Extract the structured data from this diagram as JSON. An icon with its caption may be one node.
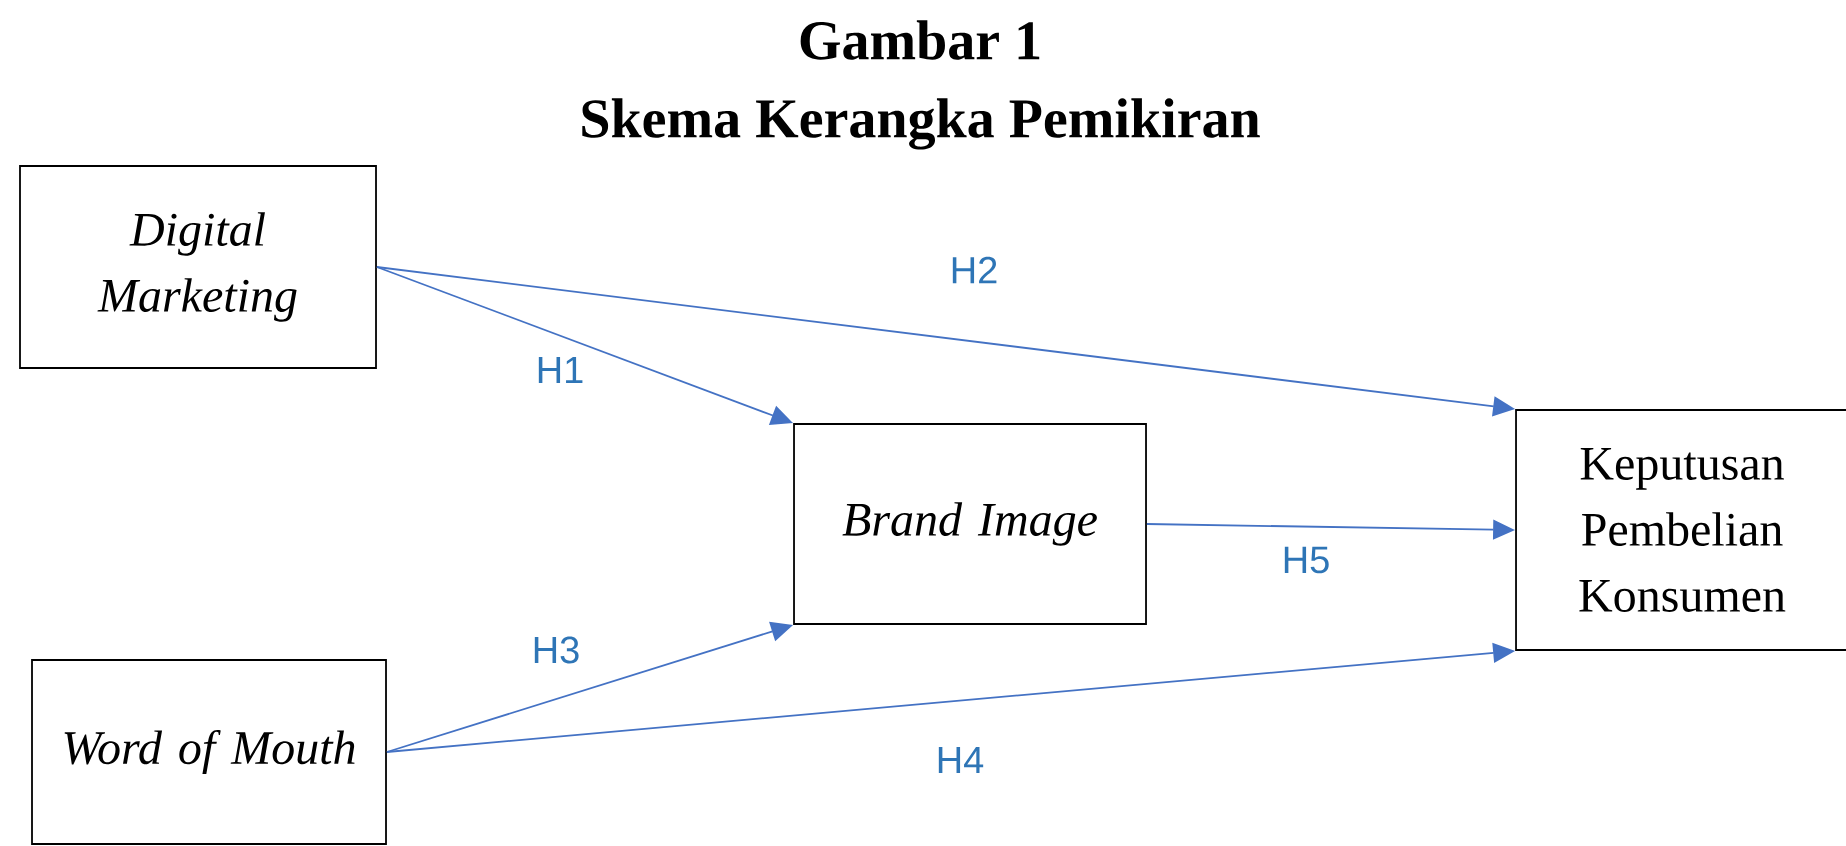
{
  "diagram": {
    "title": "Gambar 1",
    "nodes": [
      {
        "text": [
          "Digital Marketing"
        ]
      },
      {
        "text": [
          "Brand Image"
        ]
      },
      {
        "text": [
          "Keputusan Pembelian Konsumen"
        ]
      },
      {
        "text": [
          "Word of Mouth"
        ]
      }
    ],
    "edges": [
      {
        "from": 0,
        "to": 1,
        "arrow": "to",
        "label": "H1"
      },
      {
        "from": 0,
        "to": 2,
        "arrow": "to",
        "label": "H2"
      },
      {
        "from": 3,
        "to": 1,
        "arrow": "to",
        "label": "H3"
      },
      {
        "from": 3,
        "to": 2,
        "arrow": "to",
        "label": "H4"
      },
      {
        "from": 1,
        "to": 2,
        "arrow": "to",
        "label": "H5"
      }
    ],
    "labels": [
      "Skema Kerangka Pemikiran"
    ]
  }
}
